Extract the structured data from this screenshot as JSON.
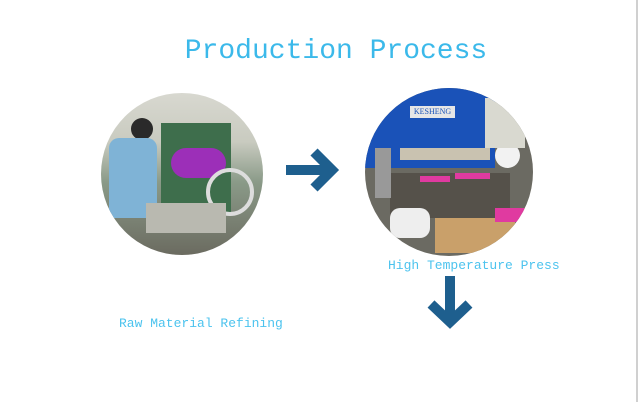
{
  "title": "Production Process",
  "steps": [
    {
      "label": "Raw Material Refining",
      "photo": "worker-at-rubber-mixing-mill"
    },
    {
      "label": "High Temperature Press",
      "photo": "kesheng-hot-press-machine",
      "machine_brand": "KESHENG"
    }
  ],
  "icons": [
    "arrow-right-icon",
    "arrow-down-icon"
  ],
  "colors": {
    "title": "#3bb9ea",
    "label": "#4cc3ee",
    "arrow": "#1e5f8e"
  }
}
